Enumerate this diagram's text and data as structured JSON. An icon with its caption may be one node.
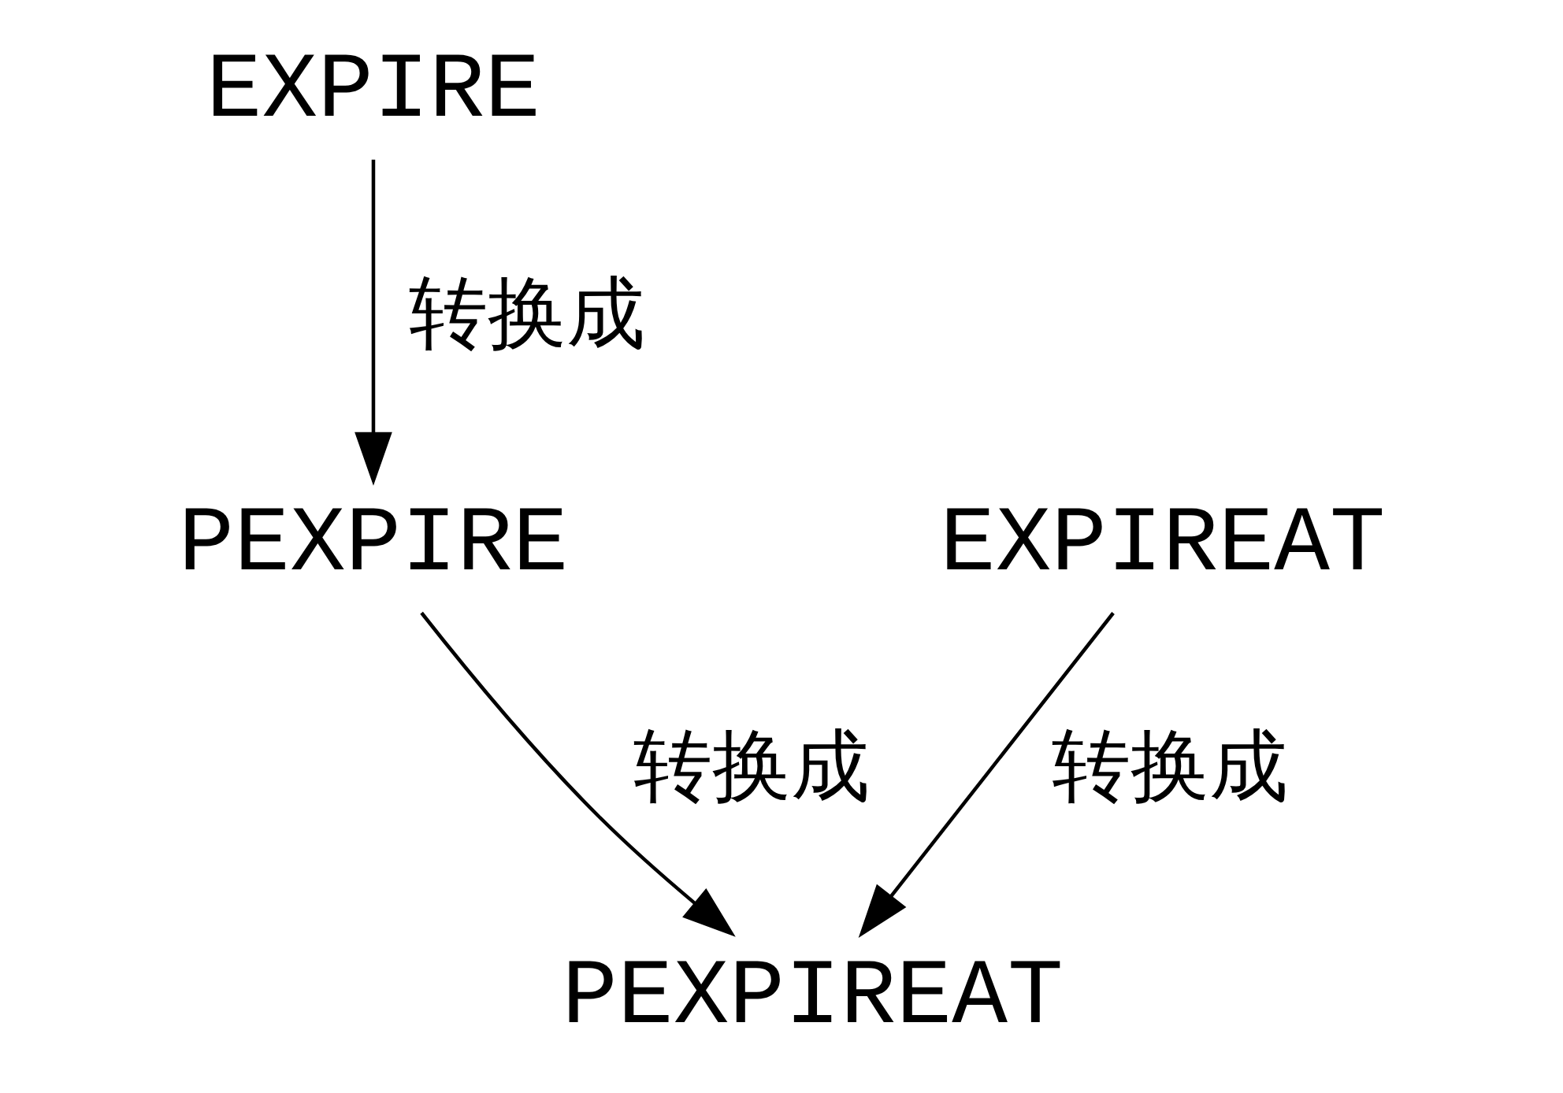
{
  "diagram": {
    "nodes": [
      {
        "text": [
          "EXPIRE"
        ]
      },
      {
        "text": [
          "PEXPIRE"
        ]
      },
      {
        "text": [
          "EXPIREAT"
        ]
      },
      {
        "text": [
          "PEXPIREAT"
        ]
      }
    ],
    "edges": [
      {
        "from": 0,
        "to": 1,
        "arrow": "to",
        "label": "转换成"
      },
      {
        "from": 1,
        "to": 3,
        "arrow": "to",
        "label": "转换成"
      },
      {
        "from": 2,
        "to": 3,
        "arrow": "to",
        "label": "转换成"
      }
    ]
  }
}
